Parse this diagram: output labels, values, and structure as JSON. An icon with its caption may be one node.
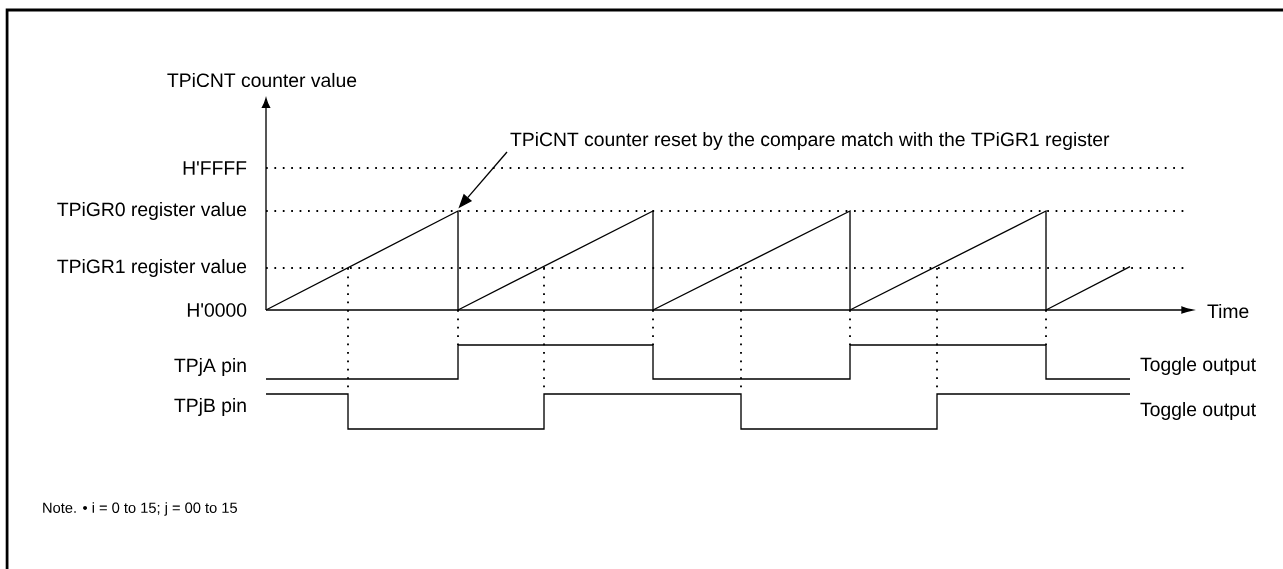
{
  "diagram": {
    "nodes": [
      {
        "text": [
          "TPiCNT counter reset by the compare match with the TPiGR1 register"
        ]
      },
      {
        "text": [],
        "shape": "picture"
      }
    ],
    "edges": [
      {
        "from": 0,
        "to": 1,
        "arrow": "to"
      }
    ],
    "labels": [
      "TPiCNT counter value",
      "H'FFFF",
      "TPiGR0 register value",
      "TPiGR1 register value",
      "H'0000",
      "Time",
      "TPjA pin",
      "Toggle output",
      "TPjB pin",
      "Toggle output",
      "Note.  • i = 0 to 15; j = 00 to 15"
    ]
  }
}
